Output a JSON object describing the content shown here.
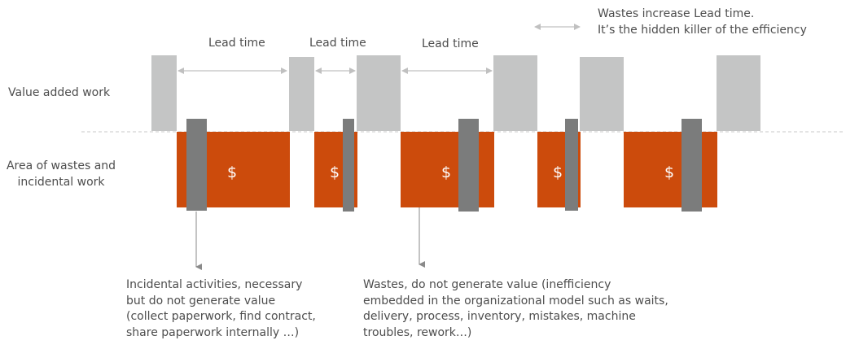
{
  "labels": {
    "value_added_work": "Value added work",
    "wastes_area": [
      "Area of wastes and",
      "incidental work"
    ],
    "lead_time_1": "Lead time",
    "lead_time_2": "Lead time",
    "lead_time_3": "Lead time",
    "dollar": "$"
  },
  "legend": {
    "lines": [
      "Wastes increase Lead time.",
      "It’s the hidden killer of the efficiency"
    ]
  },
  "notes": {
    "incidental": [
      "Incidental activities, necessary",
      "but do not generate value",
      "(collect paperwork, find contract,",
      "share paperwork internally …)"
    ],
    "wastes": [
      "Wastes, do not generate value (inefficiency",
      "embedded in the organizational model such as waits,",
      "delivery, process, inventory, mistakes,  machine",
      "troubles, rework…)"
    ]
  },
  "colors": {
    "value_block": "#c4c5c5",
    "waste_block": "#cc4b0c",
    "incidental_block": "#7b7c7c",
    "arrow": "#c0c0c0",
    "pointer": "#8a8a8a",
    "baseline": "#c8c8c8",
    "dollar_text": "#ffffff"
  }
}
